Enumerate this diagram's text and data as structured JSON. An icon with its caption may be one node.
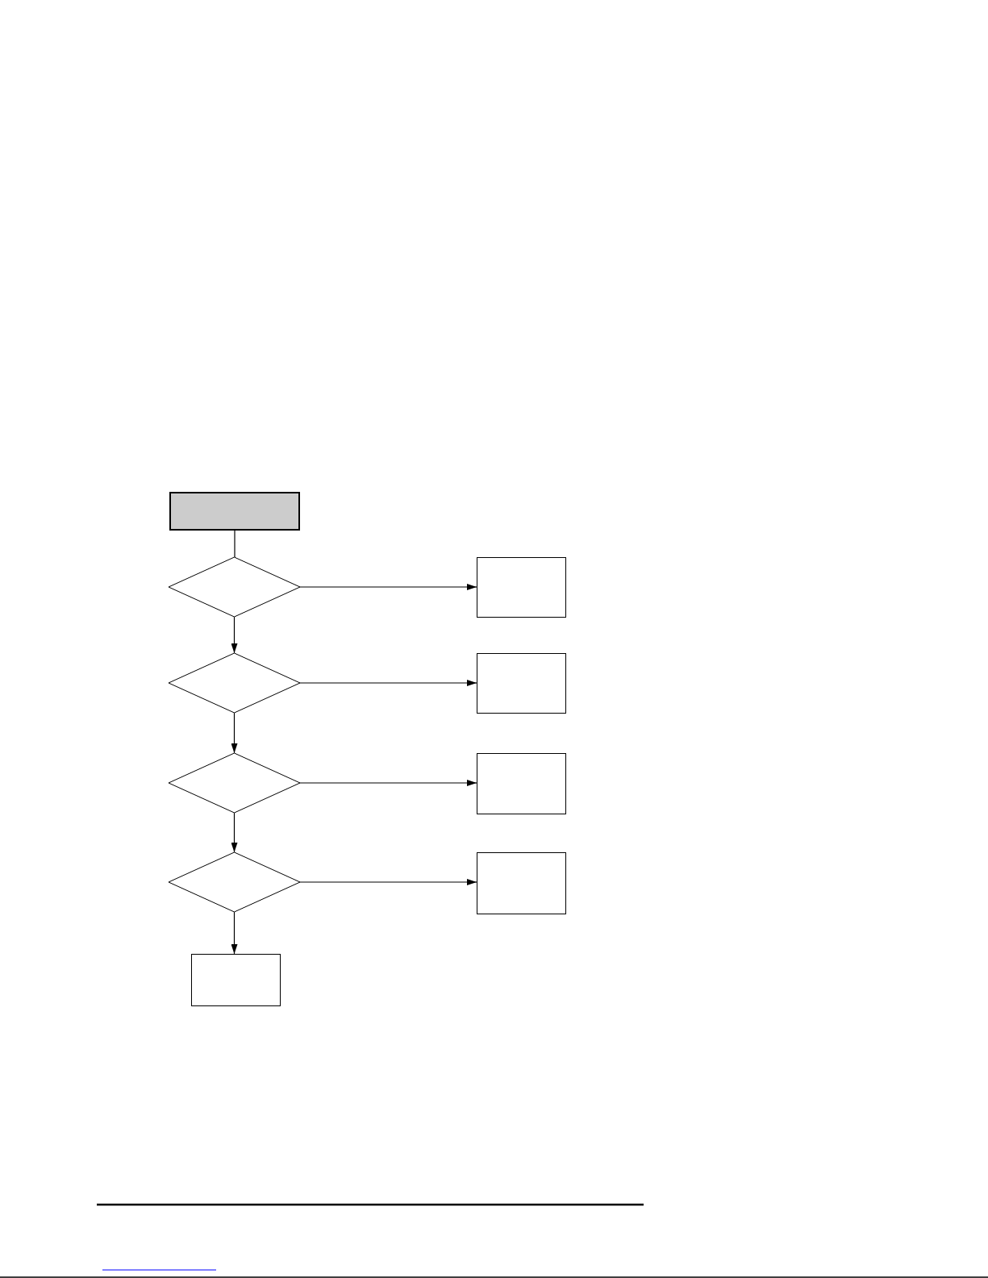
{
  "diagram": {
    "nodes": [
      {
        "text": [],
        "shape": "box"
      },
      {
        "text": [],
        "shape": "diamond"
      },
      {
        "text": [],
        "shape": "box"
      },
      {
        "text": [],
        "shape": "diamond"
      },
      {
        "text": [],
        "shape": "box"
      },
      {
        "text": [],
        "shape": "diamond"
      },
      {
        "text": [],
        "shape": "box"
      },
      {
        "text": [],
        "shape": "diamond"
      },
      {
        "text": [],
        "shape": "box"
      },
      {
        "text": [],
        "shape": "box"
      }
    ],
    "edges": [
      {
        "from": 0,
        "to": 1,
        "arrow": "none"
      },
      {
        "from": 1,
        "to": 2,
        "arrow": "to"
      },
      {
        "from": 1,
        "to": 3,
        "arrow": "to"
      },
      {
        "from": 3,
        "to": 4,
        "arrow": "to"
      },
      {
        "from": 3,
        "to": 5,
        "arrow": "to"
      },
      {
        "from": 5,
        "to": 6,
        "arrow": "to"
      },
      {
        "from": 5,
        "to": 7,
        "arrow": "to"
      },
      {
        "from": 7,
        "to": 8,
        "arrow": "to"
      },
      {
        "from": 7,
        "to": 9,
        "arrow": "to"
      }
    ]
  }
}
